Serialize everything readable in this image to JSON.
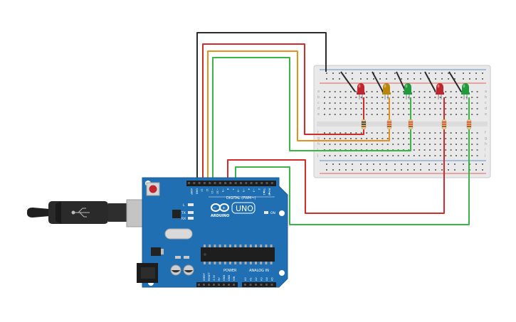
{
  "board": {
    "name": "UNO",
    "brand": "ARDUINO",
    "digital_header_label": "DIGITAL (PWM~)",
    "power_label": "POWER",
    "analog_label": "ANALOG IN",
    "on_label": "ON",
    "led_l": "L",
    "led_tx": "TX",
    "led_rx": "RX",
    "top_pin_labels": [
      "AREF",
      "GND",
      "13",
      "12",
      "~11",
      "~10",
      "~9",
      "8",
      "7",
      "~6",
      "~5",
      "4",
      "~3",
      "2",
      "TX▶1",
      "RX◀0"
    ],
    "power_pin_labels": [
      "IOREF",
      "RESET",
      "3.3V",
      "5V",
      "GND",
      "GND",
      "VIN"
    ],
    "analog_pin_labels": [
      "A0",
      "A1",
      "A2",
      "A3",
      "A4",
      "A5"
    ],
    "color": "#1f6fb2"
  },
  "breadboard": {
    "row_letters_top": [
      "a",
      "b",
      "c",
      "d",
      "e"
    ],
    "row_letters_bottom": [
      "f",
      "g",
      "h",
      "i",
      "j"
    ],
    "column_count": 30
  },
  "leds": [
    {
      "id": "led1",
      "color": "#c0262d"
    },
    {
      "id": "led2",
      "color": "#b8860b"
    },
    {
      "id": "led3",
      "color": "#1f9b3b"
    },
    {
      "id": "led4",
      "color": "#c0262d"
    },
    {
      "id": "led5",
      "color": "#1f9b3b"
    }
  ],
  "wire_colors": {
    "gnd": "#2b2b2b",
    "red": "#d42a2a",
    "orange": "#e8901c",
    "green": "#3cb548",
    "wire_red2": "#d42a2a",
    "wire_green2": "#3cb548"
  }
}
